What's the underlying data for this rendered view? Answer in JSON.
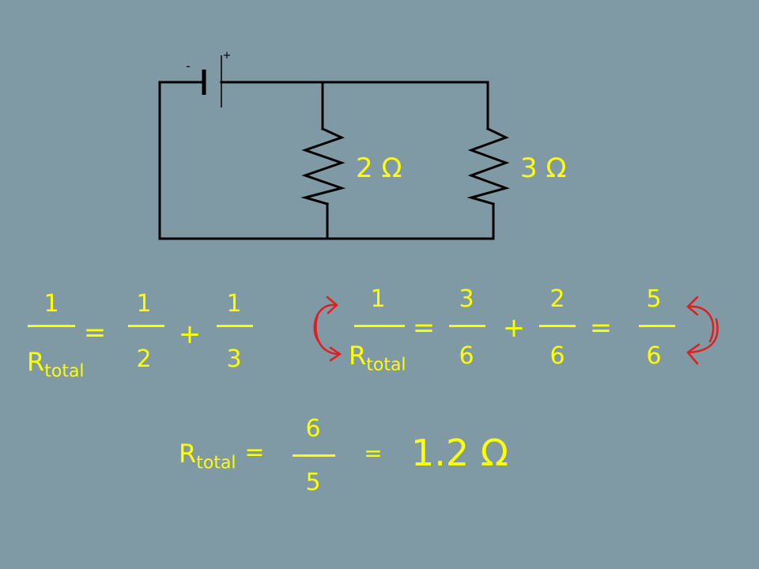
{
  "circuit": {
    "battery": {
      "minus": "-",
      "plus": "+"
    },
    "resistor_1_label": "2 Ω",
    "resistor_2_label": "3 Ω"
  },
  "equation_1": {
    "lhs_numerator": "1",
    "lhs_denominator_base": "R",
    "lhs_denominator_sub": "total",
    "equals": "=",
    "frac_1": {
      "num": "1",
      "den": "2"
    },
    "plus": "+",
    "frac_2": {
      "num": "1",
      "den": "3"
    }
  },
  "equation_2": {
    "lhs_numerator": "1",
    "lhs_denominator_base": "R",
    "lhs_denominator_sub": "total",
    "equals_1": "=",
    "frac_1": {
      "num": "3",
      "den": "6"
    },
    "plus": "+",
    "frac_2": {
      "num": "2",
      "den": "6"
    },
    "equals_2": "=",
    "frac_3": {
      "num": "5",
      "den": "6"
    }
  },
  "equation_3": {
    "lhs_base": "R",
    "lhs_sub": "total",
    "equals_1": "=",
    "frac": {
      "num": "6",
      "den": "5"
    },
    "equals_2": "=",
    "result": "1.2 Ω"
  }
}
